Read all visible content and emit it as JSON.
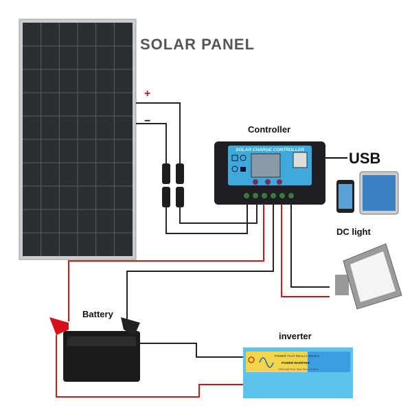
{
  "labels": {
    "solar_panel": "SOLAR PANEL",
    "plus": "+",
    "minus": "−",
    "controller": "Controller",
    "usb": "USB",
    "dc_light": "DC light",
    "battery": "Battery",
    "inverter": "inverter"
  },
  "controller": {
    "title": "SOLAR CHARGE CONTROLLER"
  },
  "inverter": {
    "slogan": "POWER THAT REALLY MOVES",
    "name": "POWER INVERTER",
    "spec": "1000 watt Pure Sine Wave Inverter"
  },
  "colors": {
    "positive_wire": "#d8101a",
    "negative_wire": "#222222",
    "controller_face": "#3fa9dc",
    "inverter_body": "#5cc3ea",
    "inverter_label": "#f1d54a"
  }
}
